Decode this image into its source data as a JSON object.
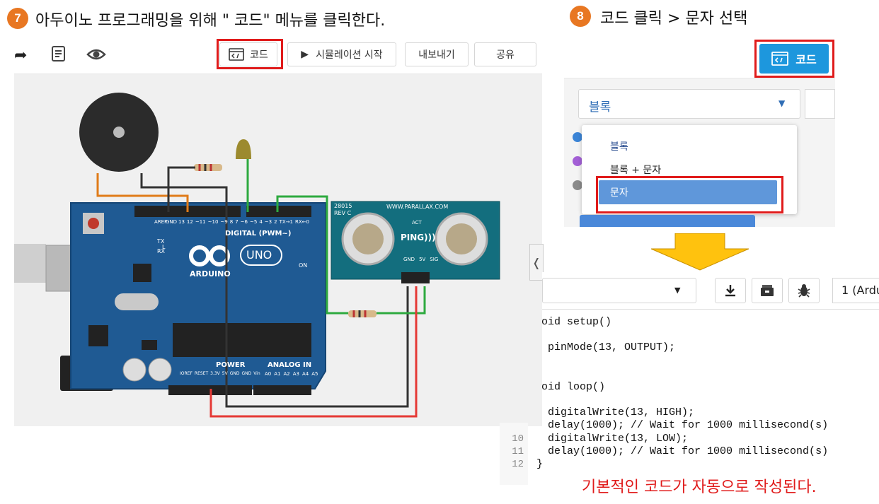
{
  "step7": {
    "number": "7",
    "title": "아두이노 프로그래밍을 위해  \" 코드\" 메뉴를 클릭한다."
  },
  "step8": {
    "number": "8",
    "title": "코드 클릭 > 문자 선택"
  },
  "left_toolbar": {
    "code_label": "코드",
    "simulate_label": "시뮬레이션 시작",
    "export_label": "내보내기",
    "share_label": "공유"
  },
  "circuit": {
    "arduino_logo": "ARDUINO",
    "uno_label": "UNO",
    "digital_label": "DIGITAL (PWM~)",
    "power_label": "POWER",
    "analog_label": "ANALOG IN",
    "aref": "AREF",
    "gnd": "GND",
    "tx": "TX",
    "rx": "RX",
    "l_led": "L",
    "on_label": "ON",
    "ping_model": "28015",
    "ping_rev": "REV C",
    "ping_site": "WWW.PARALLAX.COM",
    "ping_name": "PING)))",
    "ping_act": "ACT",
    "ping_pins": [
      "GND",
      "5V",
      "SIG"
    ],
    "digital_pins": [
      "13",
      "12",
      "~11",
      "~10",
      "~9",
      "8",
      "7",
      "~6",
      "~5",
      "4",
      "~3",
      "2",
      "TX→1",
      "RX←0"
    ],
    "power_pins": [
      "IOREF",
      "RESET",
      "3.3V",
      "5V",
      "GND",
      "GND",
      "Vin"
    ],
    "analog_pins": [
      "A0",
      "A1",
      "A2",
      "A3",
      "A4",
      "A5"
    ]
  },
  "right_panel": {
    "code_button_label": "코드",
    "select_value": "블록",
    "dropdown_options": [
      "블록",
      "블록 + 문자",
      "문자"
    ],
    "selected_option": "문자"
  },
  "code_panel": {
    "board_label": "1 (Ardu",
    "lines": [
      {
        "n": "",
        "text": "oid setup()"
      },
      {
        "n": "",
        "text": " pinMode(13, OUTPUT);"
      },
      {
        "n": "",
        "text": "oid loop()"
      },
      {
        "n": "",
        "text": " digitalWrite(13, HIGH);"
      },
      {
        "n": "",
        "text": " delay(1000); // Wait for 1000 millisecond(s)"
      },
      {
        "n": "10",
        "text": " digitalWrite(13, LOW);"
      },
      {
        "n": "11",
        "text": " delay(1000); // Wait for 1000 millisecond(s)"
      },
      {
        "n": "12",
        "text": "}"
      }
    ]
  },
  "caption": "기본적인 코드가 자동으로 작성된다.",
  "colors": {
    "accent_orange": "#e87722",
    "highlight_red": "#e01b1b",
    "code_blue": "#1d97dd",
    "arrow_yellow": "#ffc20e",
    "board_blue": "#1f5a93",
    "caption_red": "#e01b1b"
  }
}
